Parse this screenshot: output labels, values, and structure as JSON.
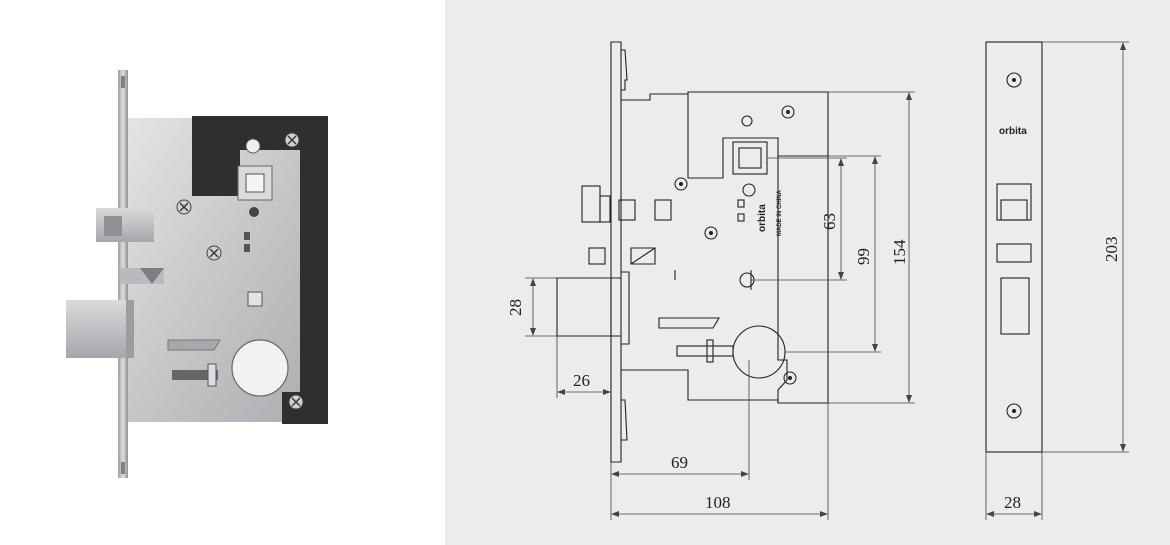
{
  "brand": "orbita",
  "made_in": "MADE IN CHINA",
  "dimensions": {
    "bolt_height": "28",
    "bolt_throw": "26",
    "handle_to_cylinder": "63",
    "cylinder_center": "99",
    "case_height": "154",
    "faceplate_height": "203",
    "backset": "69",
    "case_depth": "108",
    "faceplate_width": "28"
  },
  "colors": {
    "drawing_bg": "#ececec",
    "line": "#222222",
    "steel": "#c9cbcd",
    "dark_plate": "#2f2f31"
  }
}
